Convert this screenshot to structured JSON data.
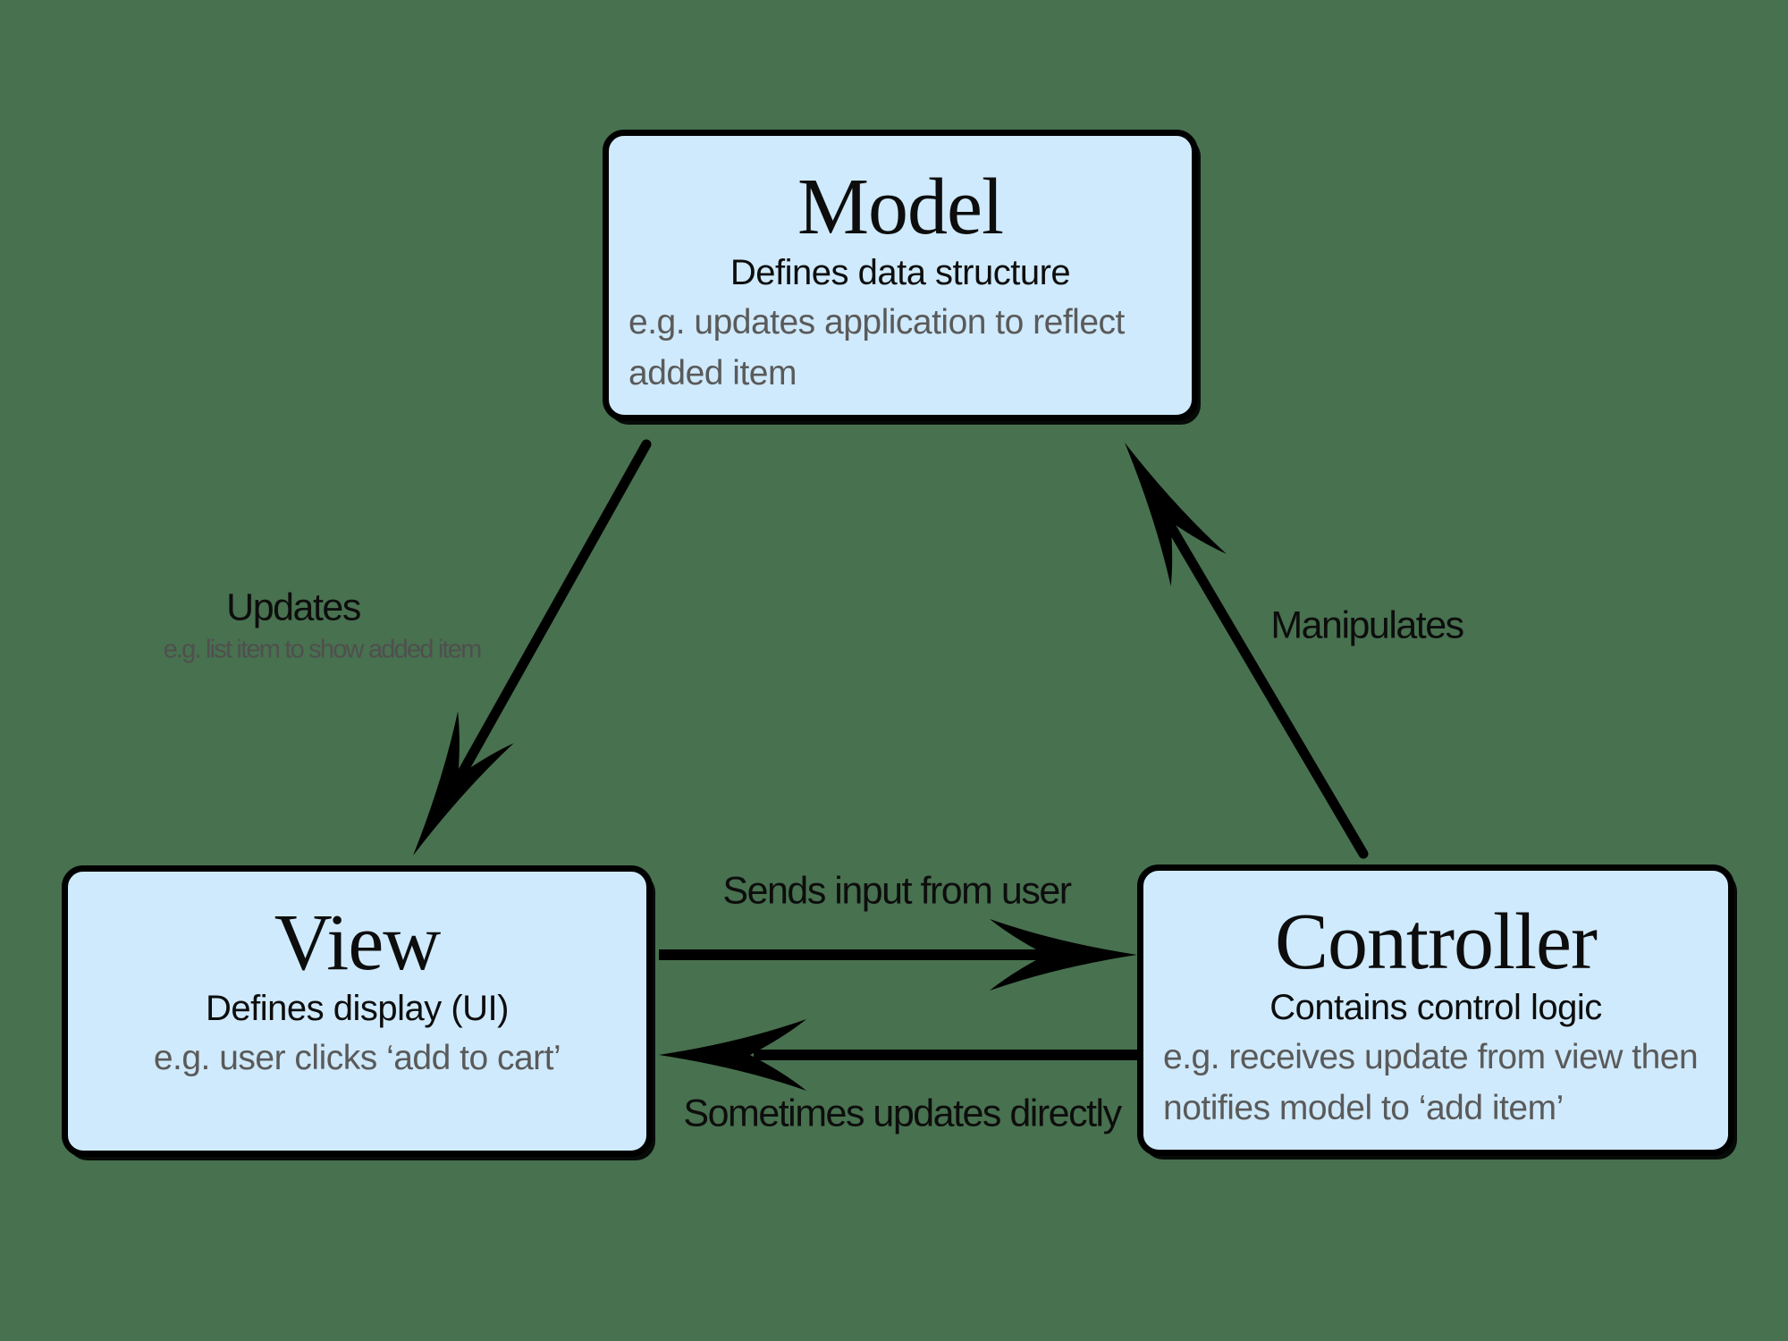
{
  "colors": {
    "background": "#48714f",
    "node_fill": "#cfeafc",
    "line": "#000000",
    "text_primary": "#0d0d0d",
    "text_secondary": "#5a5a5a"
  },
  "nodes": {
    "model": {
      "title": "Model",
      "subtitle": "Defines data structure",
      "example": "e.g. updates application to reflect added item"
    },
    "view": {
      "title": "View",
      "subtitle": "Defines display (UI)",
      "example": "e.g. user clicks ‘add to cart’"
    },
    "controller": {
      "title": "Controller",
      "subtitle": "Contains control logic",
      "example": "e.g. receives update from view then notifies model to ‘add item’"
    }
  },
  "arrows": {
    "updates": {
      "label": "Updates",
      "sublabel": "e.g. list item to show added item",
      "from": "Model",
      "to": "View"
    },
    "manipulates": {
      "label": "Manipulates",
      "from": "Controller",
      "to": "Model"
    },
    "sends_input": {
      "label": "Sends input from user",
      "from": "View",
      "to": "Controller"
    },
    "sometimes_updates": {
      "label": "Sometimes updates directly",
      "from": "Controller",
      "to": "View"
    }
  }
}
